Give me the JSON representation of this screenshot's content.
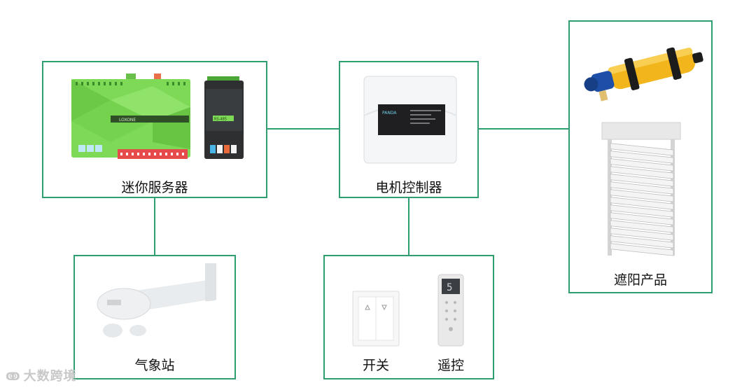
{
  "nodes": {
    "mini_server": {
      "label": "迷你服务器"
    },
    "motor_controller": {
      "label": "电机控制器"
    },
    "shading_products": {
      "label": "遮阳产品"
    },
    "weather_station": {
      "label": "气象站"
    },
    "switch": {
      "label": "开关"
    },
    "remote": {
      "label": "遥控"
    }
  },
  "colors": {
    "box_border": "#2e9e6e",
    "device_green": "#7ed957"
  },
  "device_labels": {
    "loxone": "LOXONE",
    "rs485": "RS-485",
    "panda": "PANDA"
  },
  "remote_display": "5",
  "watermark": "大数跨境"
}
